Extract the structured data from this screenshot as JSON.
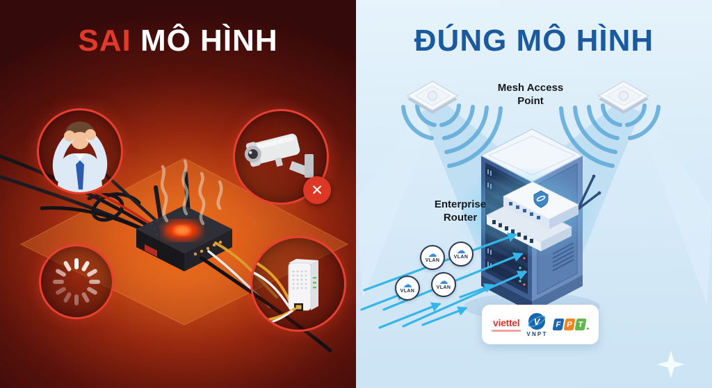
{
  "infographic": {
    "left": {
      "title_highlight": "SAI",
      "title_rest": " MÔ HÌNH"
    },
    "right": {
      "title": "ĐÚNG MÔ HÌNH",
      "mesh_ap_label": "Mesh Access Point",
      "router_label": "Enterprise Router",
      "vlan_badges": [
        {
          "label": "VLAN"
        },
        {
          "label": "VLAN"
        },
        {
          "label": "VLAN"
        },
        {
          "label": "VLAN"
        }
      ],
      "logos": {
        "viettel": "viettel",
        "vnpt": "VNPT",
        "vnpt_monogram": "V",
        "fpt_letters": [
          "F",
          "P",
          "T"
        ]
      }
    },
    "icons": {
      "cloud": "☁",
      "error_x": "✕"
    },
    "colors": {
      "wrong_red": "#e8402e",
      "right_blue": "#1b5a9e",
      "arrow_cyan": "#35b6ea",
      "left_bg_center": "#f07c20",
      "left_bg_edge": "#350a0a",
      "right_bg": "#d8ebf8",
      "viettel_red": "#e0362b",
      "fpt_blue": "#1e66ad",
      "fpt_orange": "#f58220",
      "fpt_green": "#63b64d"
    }
  }
}
